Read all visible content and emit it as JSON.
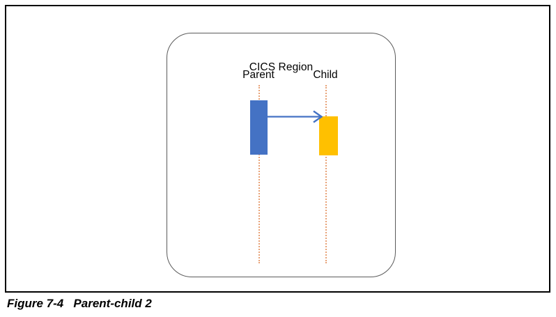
{
  "figure": {
    "caption_number": "Figure 7-4",
    "caption_title": "Parent-child 2",
    "caption_full": "Figure 7-4   Parent-child 2"
  },
  "diagram": {
    "type": "sequence-diagram",
    "container_label": "CICS Region",
    "border_color": "#5a5a5a",
    "participants": [
      {
        "id": "parent",
        "label": "Parent",
        "bar_color": "#4472c4",
        "lifeline_color": "#e8a277"
      },
      {
        "id": "child",
        "label": "Child",
        "bar_color": "#ffc000",
        "lifeline_color": "#e8a277"
      }
    ],
    "messages": [
      {
        "id": "parent-to-child",
        "from": "parent",
        "to": "child",
        "label": "",
        "color": "#4472c4",
        "style": "solid-arrow"
      }
    ]
  }
}
